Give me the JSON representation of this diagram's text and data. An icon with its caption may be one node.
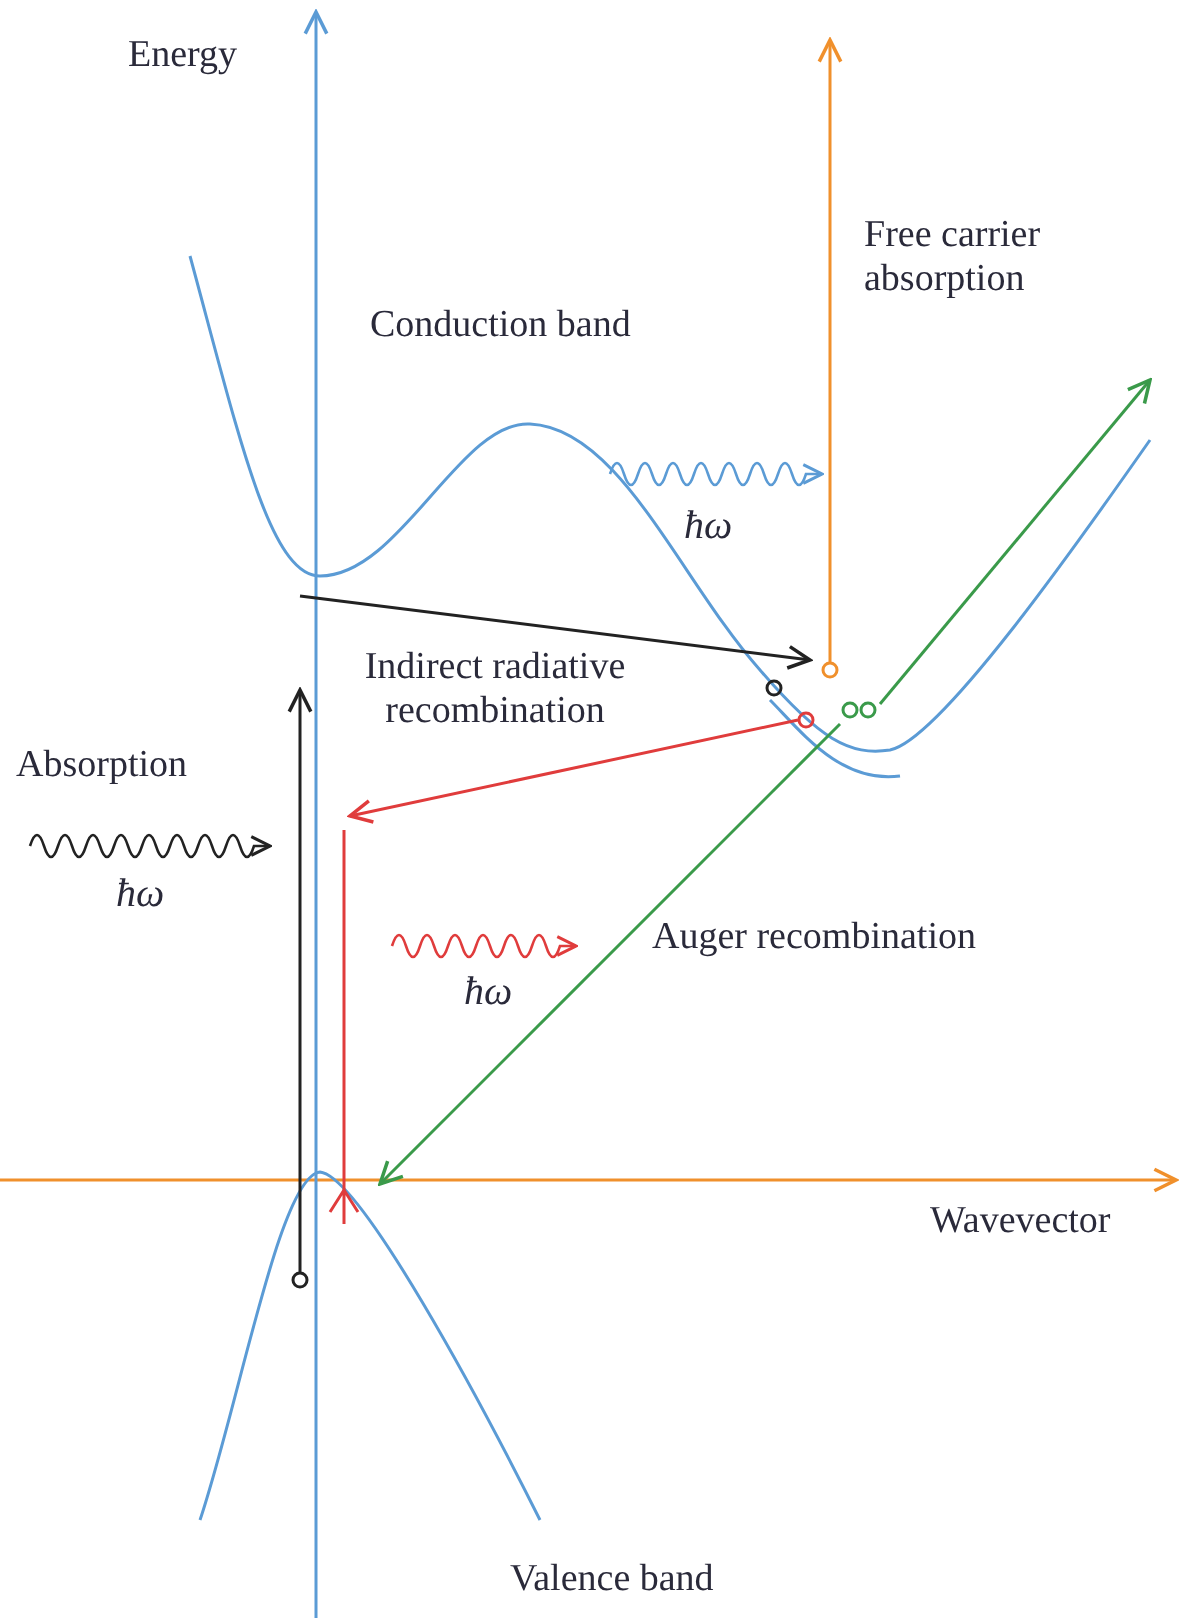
{
  "diagram": {
    "labels": [
      "Energy",
      "Free carrier absorption",
      "Conduction band",
      "ħω",
      "Indirect radiative recombination",
      "Absorption",
      "ħω",
      "ħω",
      "Auger recombination",
      "Wavevector",
      "Valence band"
    ]
  }
}
